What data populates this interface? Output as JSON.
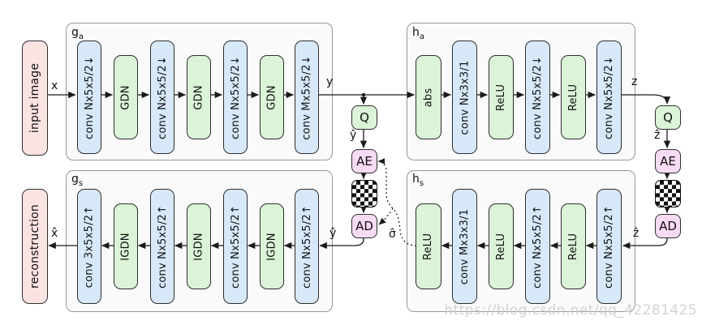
{
  "colors": {
    "conv_fill": "#d7e9f8",
    "act_fill": "#dbf3d7",
    "coder_fill": "#f7daf3",
    "io_fill": "#fbe3e2",
    "group_fill": "#fafafa",
    "group_border": "#999999",
    "block_border": "#2e2e2e",
    "line": "#1a1a1a",
    "watermark": "#cccccf"
  },
  "io": {
    "input": "input image",
    "reconstruction": "reconstruction"
  },
  "signals": {
    "x": "x",
    "y": "y",
    "z": "z",
    "y_hat_top": "ŷ",
    "z_hat_top": "ẑ",
    "y_hat_bottom": "ŷ",
    "z_hat_bottom": "ẑ",
    "x_hat": "x̂",
    "sigma_hat": "σ̂"
  },
  "coder": {
    "q": "Q",
    "ae": "AE",
    "ad": "AD"
  },
  "groups": {
    "ga": {
      "name": "g",
      "sub": "a",
      "blocks": [
        "conv Nx5x5/2↓",
        "GDN",
        "conv Nx5x5/2↓",
        "GDN",
        "conv Nx5x5/2↓",
        "GDN",
        "conv Mx5x5/2↓"
      ]
    },
    "ha": {
      "name": "h",
      "sub": "a",
      "blocks": [
        "abs",
        "conv Nx3x3/1",
        "ReLU",
        "conv Nx5x5/2↓",
        "ReLU",
        "conv Nx5x5/2↓"
      ]
    },
    "gs": {
      "name": "g",
      "sub": "s",
      "blocks": [
        "conv 3x5x5/2↑",
        "IGDN",
        "conv Nx5x5/2↑",
        "IGDN",
        "conv Nx5x5/2↑",
        "IGDN",
        "conv Nx5x5/2↑"
      ]
    },
    "hs": {
      "name": "h",
      "sub": "s",
      "blocks": [
        "ReLU",
        "conv Mx3x3/1",
        "ReLU",
        "conv Nx5x5/2↑",
        "ReLU",
        "conv Nx5x5/2↑"
      ]
    }
  },
  "watermark": {
    "text": "https://blog.csdn.net/qq_42281425"
  }
}
